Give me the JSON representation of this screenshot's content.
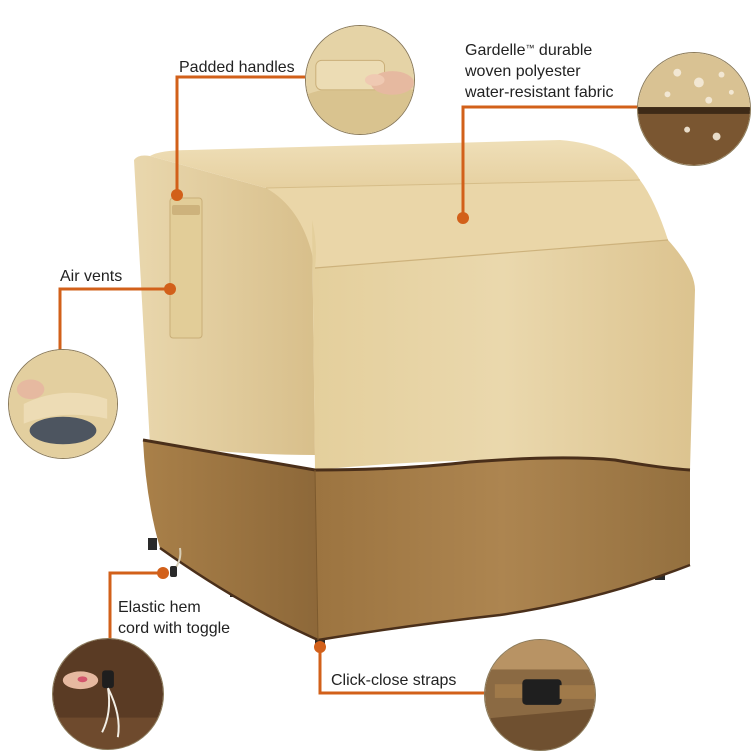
{
  "callouts": {
    "padded_handles": {
      "label": "Padded handles"
    },
    "fabric": {
      "line1_a": "Gardelle",
      "line1_tm": "™",
      "line1_b": " durable",
      "line2": "woven polyester",
      "line3": "water-resistant fabric"
    },
    "air_vents": {
      "label": "Air vents"
    },
    "elastic_hem": {
      "line1": "Elastic hem",
      "line2": "cord with toggle"
    },
    "click_close": {
      "label": "Click-close straps"
    }
  },
  "colors": {
    "leader_line": "#d2601a",
    "cover_top": "#ead8ad",
    "cover_side": "#d9c28f",
    "skirt": "#a57b44",
    "skirt_dark": "#7d5a2e",
    "trim": "#4a2f1a"
  },
  "icons": [
    "handle-photo",
    "fabric-water-drop-photo",
    "vent-photo",
    "toggle-photo",
    "buckle-photo"
  ]
}
